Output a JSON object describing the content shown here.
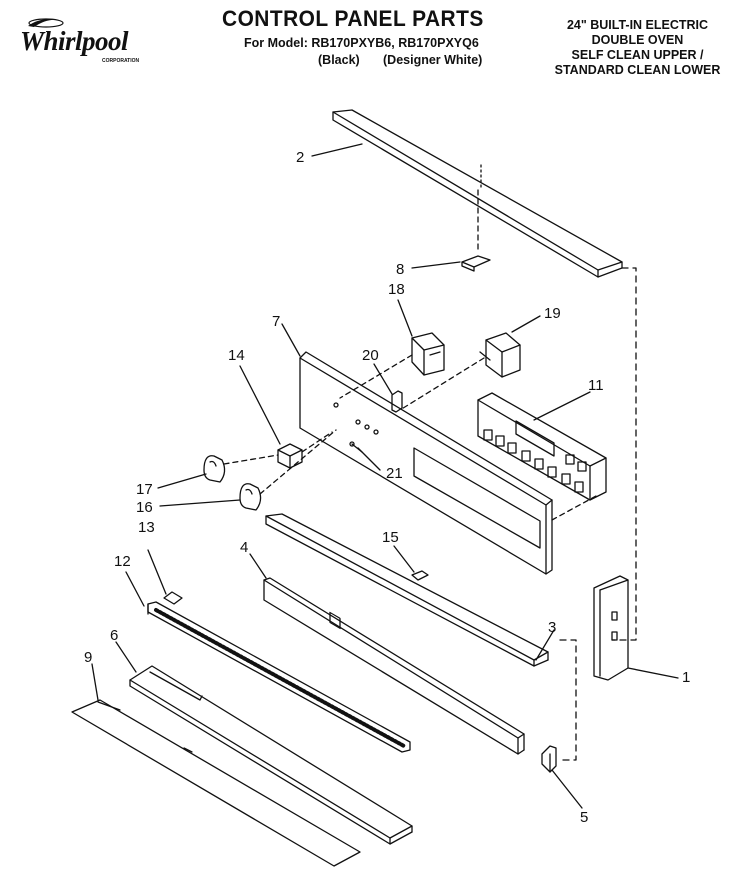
{
  "header": {
    "brand": "Whirlpool",
    "brand_sub": "CORPORATION",
    "title": "CONTROL PANEL PARTS",
    "model_line": "For Model: RB170PXYB6, RB170PXYQ6",
    "variant_black": "(Black)",
    "variant_white": "(Designer White)",
    "description": [
      "24\" BUILT-IN ELECTRIC",
      "DOUBLE OVEN",
      "SELF CLEAN UPPER /",
      "STANDARD CLEAN LOWER"
    ]
  },
  "callouts": {
    "c1": "1",
    "c2": "2",
    "c3": "3",
    "c4": "4",
    "c5": "5",
    "c6": "6",
    "c7": "7",
    "c8": "8",
    "c9": "9",
    "c11": "11",
    "c12": "12",
    "c13": "13",
    "c14": "14",
    "c15": "15",
    "c16": "16",
    "c17": "17",
    "c18": "18",
    "c19": "19",
    "c20": "20",
    "c21": "21"
  }
}
